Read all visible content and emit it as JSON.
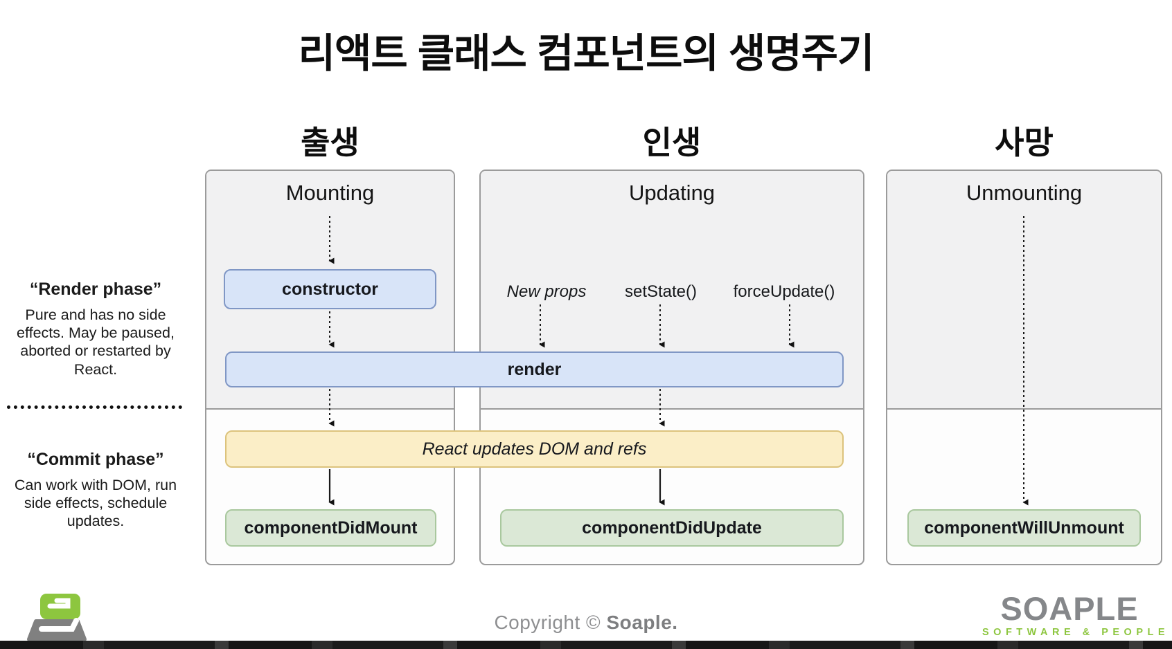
{
  "title": "리액트 클래스 컴포넌트의 생명주기",
  "columns": [
    {
      "korean": "출생",
      "english": "Mounting"
    },
    {
      "korean": "인생",
      "english": "Updating"
    },
    {
      "korean": "사망",
      "english": "Unmounting"
    }
  ],
  "side_notes": {
    "render_phase": {
      "title": "“Render phase”",
      "description": "Pure and has no side effects. May be paused, aborted or restarted by React."
    },
    "commit_phase": {
      "title": "“Commit phase”",
      "description": "Can work with DOM, run side effects, schedule updates."
    }
  },
  "lifecycle_boxes": {
    "constructor": "constructor",
    "render": "render",
    "react_updates_dom": "React updates DOM and refs",
    "component_did_mount": "componentDidMount",
    "component_did_update": "componentDidUpdate",
    "component_will_unmount": "componentWillUnmount"
  },
  "update_triggers": [
    {
      "label": "New props"
    },
    {
      "label": "setState()"
    },
    {
      "label": "forceUpdate()"
    }
  ],
  "footer": {
    "copyright_prefix": "Copyright © ",
    "brand": "Soaple.",
    "logo_wordmark": "SOAPLE",
    "logo_tagline": "SOFTWARE & PEOPLE"
  },
  "colors": {
    "render_phase_bg": "#f1f1f2",
    "blue_box": "#d8e4f8",
    "yellow_box": "#fbeec7",
    "green_box": "#dbe8d6",
    "brand_green": "#8dc63f",
    "logo_grey": "#85878a"
  }
}
